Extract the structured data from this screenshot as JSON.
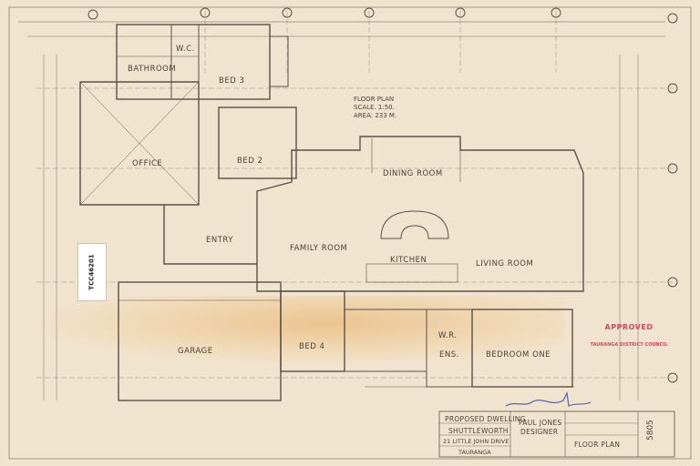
{
  "drawing": {
    "title_block": {
      "proposal": "PROPOSED DWELLING",
      "client": "SHUTTLEWORTH",
      "address_line1": "21 LITTLE JOHN DRIVE",
      "address_line2": "TAURANGA",
      "designer_line1": "PAUL JONES",
      "designer_line2": "DESIGNER",
      "sheet_title": "FLOOR PLAN",
      "sheet_number": "5805"
    },
    "plan_notes": {
      "title": "FLOOR PLAN",
      "scale": "SCALE. 1:50.",
      "area": "AREA:  233 M."
    },
    "rooms": {
      "bathroom": "BATHROOM",
      "wc": "W.C.",
      "bed3": "BED 3",
      "office": "OFFICE",
      "bed2": "BED 2",
      "dining": "DINING ROOM",
      "entry": "ENTRY",
      "family": "FAMILY ROOM",
      "kitchen": "KITCHEN",
      "living": "LIVING ROOM",
      "garage": "GARAGE",
      "bed4": "BED 4",
      "wr": "W.R.",
      "ens": "ENS.",
      "bedroom_one": "BEDROOM ONE"
    },
    "barcode_label": "TCC46201",
    "stamp": {
      "heading": "APPROVED",
      "council": "TAURANGA DISTRICT COUNCIL"
    },
    "colors": {
      "paper": "#f1e4cf",
      "ink": "#4a4038",
      "stamp": "#d04a5a",
      "stain": "#e8aa5a"
    }
  }
}
